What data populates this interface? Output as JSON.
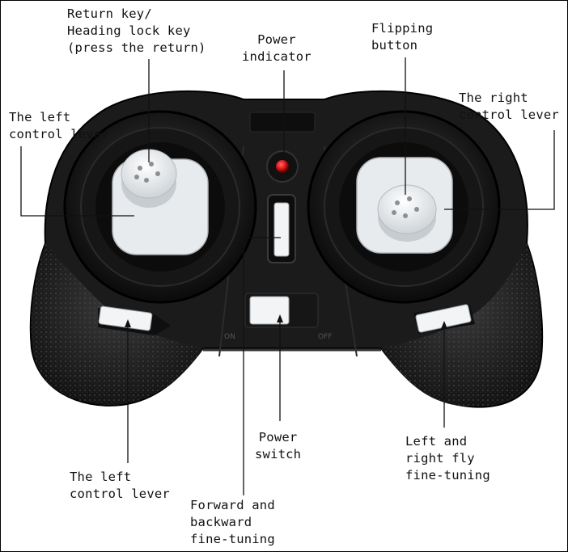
{
  "labels": {
    "return_key": [
      "Return key/",
      "Heading lock key",
      "(press the return)"
    ],
    "power_indicator": [
      "Power",
      "indicator"
    ],
    "flipping_button": [
      "Flipping",
      "button"
    ],
    "right_control_lever": [
      "The right",
      "control lever"
    ],
    "left_control_lever_top": [
      "The left",
      "control lever"
    ],
    "power_switch": [
      "Power",
      "switch"
    ],
    "left_right_trim": [
      "Left and",
      "right fly",
      "fine-tuning"
    ],
    "left_control_lever_bottom": [
      "The left",
      "control lever"
    ],
    "forward_backward_trim": [
      "Forward and",
      "backward",
      "fine-tuning"
    ]
  },
  "switch_marks": [
    "ON",
    "OFF"
  ],
  "colors": {
    "body": "#1b1b1b",
    "stick": "#e8ebee",
    "led": "#d7141a",
    "leader": "#111111"
  }
}
